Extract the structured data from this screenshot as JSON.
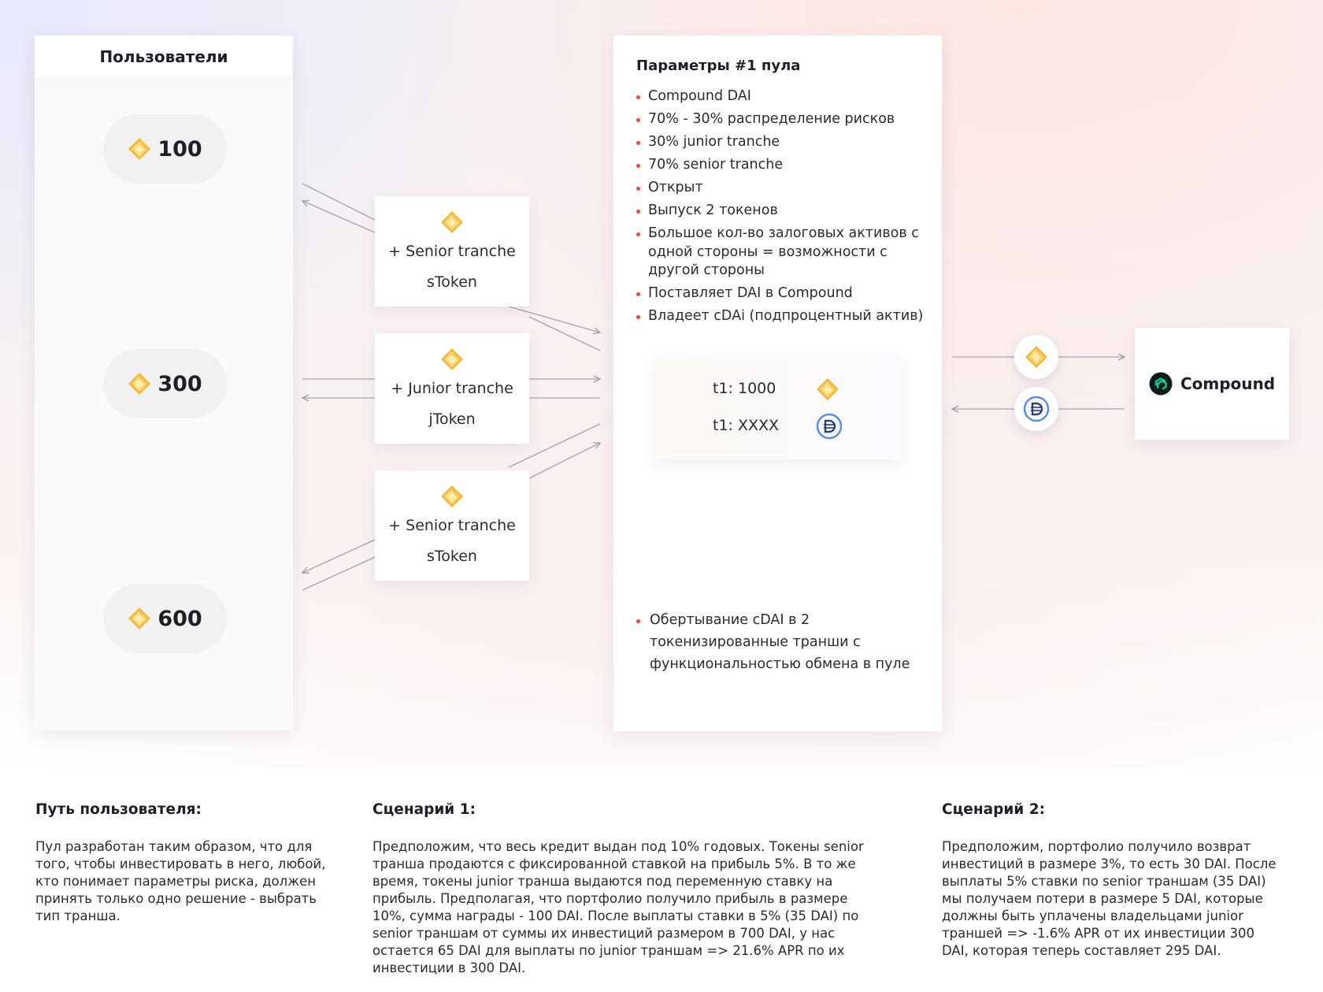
{
  "users": {
    "title": "Пользователи",
    "amounts": [
      "100",
      "300",
      "600"
    ]
  },
  "tranches": [
    {
      "label": "+ Senior tranche",
      "token": "sToken"
    },
    {
      "label": "+ Junior tranche",
      "token": "jToken"
    },
    {
      "label": "+ Senior tranche",
      "token": "sToken"
    }
  ],
  "pool": {
    "title": "Параметры #1 пула",
    "params": [
      "Compound DAI",
      "70% - 30% распределение рисков",
      "30% junior tranche",
      "70% senior tranche",
      "Открыт",
      "Выпуск 2 токенов",
      "Большое кол-во залоговых активов с одной стороны = возможности с другой стороны",
      "Поставляет DAI в Compound",
      "Владеет cDAi (подпроцентный актив)"
    ],
    "balances": [
      "t1: 1000",
      "t1: XXXX"
    ],
    "wrap_note": "Обертывание cDAI в 2 токенизированные транши с функциональностью обмена в пуле"
  },
  "compound": {
    "label": "Compound",
    "brand_color": "#00d395"
  },
  "colors": {
    "accent_dot": "#e8483a",
    "coin_gold": "#f4c542",
    "dai_blue": "#4b67ff"
  },
  "icons": {
    "coin": "gold-diamond-coin-icon",
    "dai": "dai-coin-icon",
    "compound": "compound-logo-icon"
  },
  "sections": {
    "user_path": {
      "heading": "Путь пользователя:",
      "text": "Пул разработан таким образом, что для того, чтобы инвестировать в него, любой, кто понимает параметры риска, должен принять только одно решение - выбрать тип транша."
    },
    "scenario1": {
      "heading": "Сценарий 1:",
      "text": "Предположим, что весь кредит выдан под 10% годовых. Токены senior транша продаются с фиксированной ставкой на прибыль 5%. В то же время, токены junior транша выдаются под переменную ставку на прибыль. Предполагая, что портфолио получило прибыль в размере 10%, сумма награды - 100 DAI. После выплаты ставки в 5% (35 DAI) по senior траншам от суммы их инвестиций размером в 700 DAI, у нас остается 65 DAI для выплаты по junior траншам => 21.6% APR по их инвестиции в 300 DAI."
    },
    "scenario2": {
      "heading": "Сценарий 2:",
      "text": "Предположим, портфолио получило возврат инвестиций в размере 3%, то есть 30 DAI. После выплаты  5% ставки по senior траншам (35 DAI) мы получаем потери в размере 5 DAI, которые должны быть уплачены владельцами junior траншей => -1.6% APR от их инвестиции 300 DAI, которая теперь составляет 295 DAI."
    }
  }
}
